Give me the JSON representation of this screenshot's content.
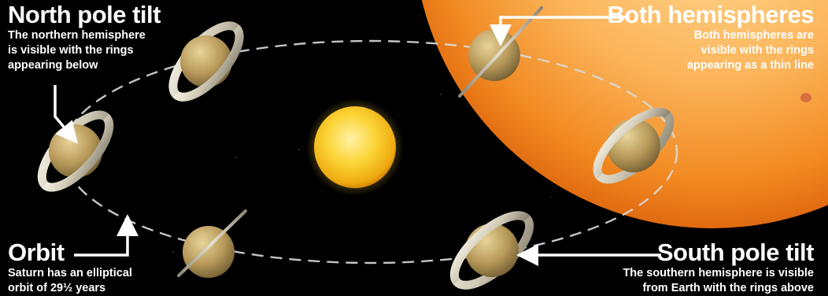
{
  "captions": {
    "north": {
      "title": "North pole tilt",
      "desc_lines": [
        "The northern hemisphere",
        "is visible with the rings",
        "appearing below"
      ]
    },
    "both": {
      "title": "Both hemispheres",
      "desc_lines": [
        "Both hemispheres are",
        "visible with the rings",
        "appearing as a thin line"
      ]
    },
    "orbit": {
      "title": "Orbit",
      "desc_lines": [
        "Saturn has an elliptical",
        "orbit of 29½ years"
      ]
    },
    "south": {
      "title": "South pole tilt",
      "desc_lines": [
        "The southern hemisphere is visible",
        "from Earth with the rings above"
      ]
    }
  },
  "colors": {
    "background": "#000000",
    "sun": "#f8c51c",
    "giant_star": "#f7a038",
    "planet": "#b89a5a",
    "rings": "#cfc8b4",
    "orbit_line": "#d9d9d9",
    "text": "#ffffff"
  }
}
